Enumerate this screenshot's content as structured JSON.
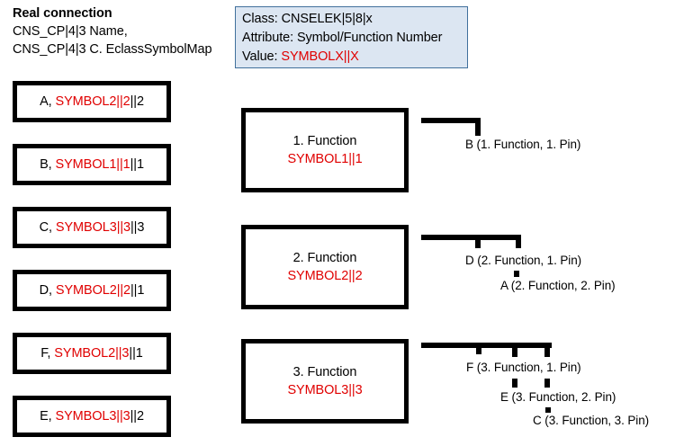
{
  "header": {
    "title": "Real connection",
    "line1": "CNS_CP|4|3 Name,",
    "line2": "CNS_CP|4|3 C. EclassSymbolMap"
  },
  "legend": {
    "class_label": "Class: CNSELEK|5|8|x",
    "attribute_label": "Attribute: Symbol/Function Number",
    "value_prefix": "Value: ",
    "value_text": "SYMBOLX||X",
    "fill_color": "#dce6f2",
    "border_color": "#41709c",
    "accent_color": "#e00000"
  },
  "left_boxes": [
    {
      "prefix": "A, ",
      "red": "SYMBOL2||2",
      "suffix": "||2"
    },
    {
      "prefix": "B, ",
      "red": "SYMBOL1||1",
      "suffix": "||1"
    },
    {
      "prefix": "C, ",
      "red": "SYMBOL3||3",
      "suffix": "||3"
    },
    {
      "prefix": "D, ",
      "red": "SYMBOL2||2",
      "suffix": "||1"
    },
    {
      "prefix": "F, ",
      "red": "SYMBOL2||3",
      "suffix": "||1"
    },
    {
      "prefix": "E, ",
      "red": "SYMBOL3||3",
      "suffix": "||2"
    }
  ],
  "function_boxes": [
    {
      "title": "1. Function",
      "symbol": "SYMBOL1||1"
    },
    {
      "title": "2. Function",
      "symbol": "SYMBOL2||2"
    },
    {
      "title": "3. Function",
      "symbol": "SYMBOL3||3"
    }
  ],
  "pin_trees": [
    {
      "labels": [
        "B (1. Function, 1. Pin)"
      ]
    },
    {
      "labels": [
        "D (2. Function, 1. Pin)",
        "A (2. Function, 2. Pin)"
      ]
    },
    {
      "labels": [
        "F  (3. Function, 1. Pin)",
        "E (3. Function, 2. Pin)",
        "C (3. Function, 3. Pin)"
      ]
    }
  ]
}
